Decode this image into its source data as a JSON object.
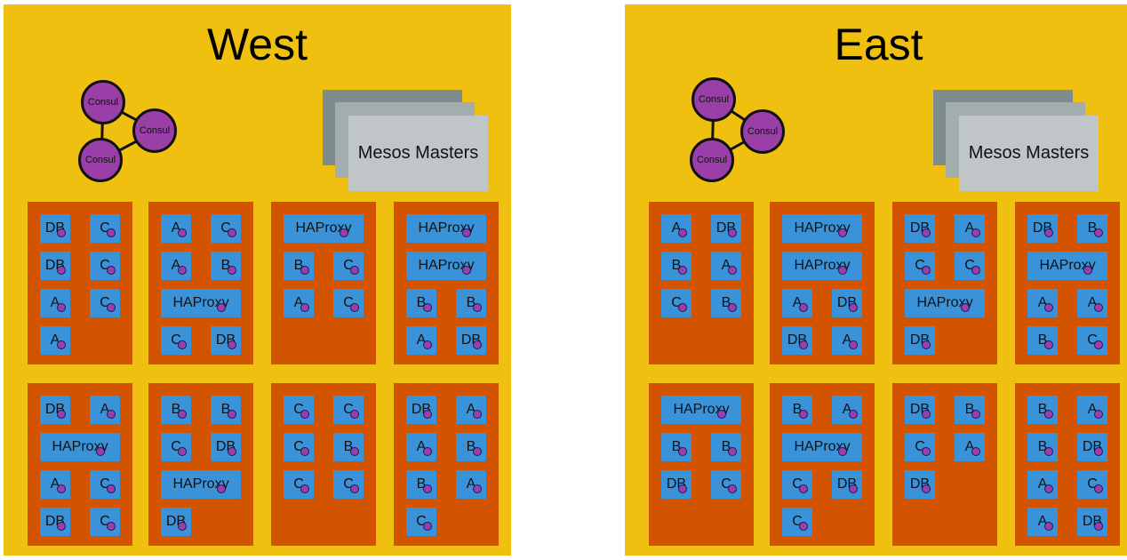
{
  "datacenters": [
    {
      "name": "West",
      "consul_label": "Consul",
      "mesos_label": "Mesos Masters",
      "nodes": [
        [
          [
            "DB",
            "C"
          ],
          [
            "DB",
            "C"
          ],
          [
            "A",
            "C"
          ],
          [
            "A"
          ]
        ],
        [
          [
            "A",
            "C"
          ],
          [
            "A",
            "B"
          ],
          [
            "HAProxy"
          ],
          [
            "C",
            "DB"
          ]
        ],
        [
          [
            "HAProxy"
          ],
          [
            "B",
            "C"
          ],
          [
            "A",
            "C"
          ]
        ],
        [
          [
            "HAProxy"
          ],
          [
            "HAProxy"
          ],
          [
            "B",
            "B"
          ],
          [
            "A",
            "DB"
          ]
        ],
        [
          [
            "DB",
            "A"
          ],
          [
            "HAProxy"
          ],
          [
            "A",
            "C"
          ],
          [
            "DB",
            "C"
          ]
        ],
        [
          [
            "B",
            "B"
          ],
          [
            "C",
            "DB"
          ],
          [
            "HAProxy"
          ],
          [
            "DB"
          ]
        ],
        [
          [
            "C",
            "C"
          ],
          [
            "C",
            "B"
          ],
          [
            "C",
            "C"
          ]
        ],
        [
          [
            "DB",
            "A"
          ],
          [
            "A",
            "B"
          ],
          [
            "B",
            "A"
          ],
          [
            "C"
          ]
        ]
      ]
    },
    {
      "name": "East",
      "consul_label": "Consul",
      "mesos_label": "Mesos Masters",
      "nodes": [
        [
          [
            "A",
            "DB"
          ],
          [
            "B",
            "A"
          ],
          [
            "C",
            "B"
          ]
        ],
        [
          [
            "HAProxy"
          ],
          [
            "HAProxy"
          ],
          [
            "A",
            "DB"
          ],
          [
            "DB",
            "A"
          ]
        ],
        [
          [
            "DB",
            "A"
          ],
          [
            "C",
            "C"
          ],
          [
            "HAProxy"
          ],
          [
            "DB"
          ]
        ],
        [
          [
            "DB",
            "B"
          ],
          [
            "HAProxy"
          ],
          [
            "A",
            "A"
          ],
          [
            "B",
            "C"
          ]
        ],
        [
          [
            "HAProxy"
          ],
          [
            "B",
            "B"
          ],
          [
            "DB",
            "C"
          ]
        ],
        [
          [
            "B",
            "A"
          ],
          [
            "HAProxy"
          ],
          [
            "C",
            "DB"
          ],
          [
            "C"
          ]
        ],
        [
          [
            "DB",
            "B"
          ],
          [
            "C",
            "A"
          ],
          [
            "DB"
          ]
        ],
        [
          [
            "B",
            "A"
          ],
          [
            "B",
            "DB"
          ],
          [
            "A",
            "C"
          ],
          [
            "A",
            "DB"
          ]
        ]
      ]
    }
  ],
  "colors": {
    "datacenter": "#f0c010",
    "node": "#d35400",
    "task": "#3a93d8",
    "consul": "#9a3fa8"
  }
}
